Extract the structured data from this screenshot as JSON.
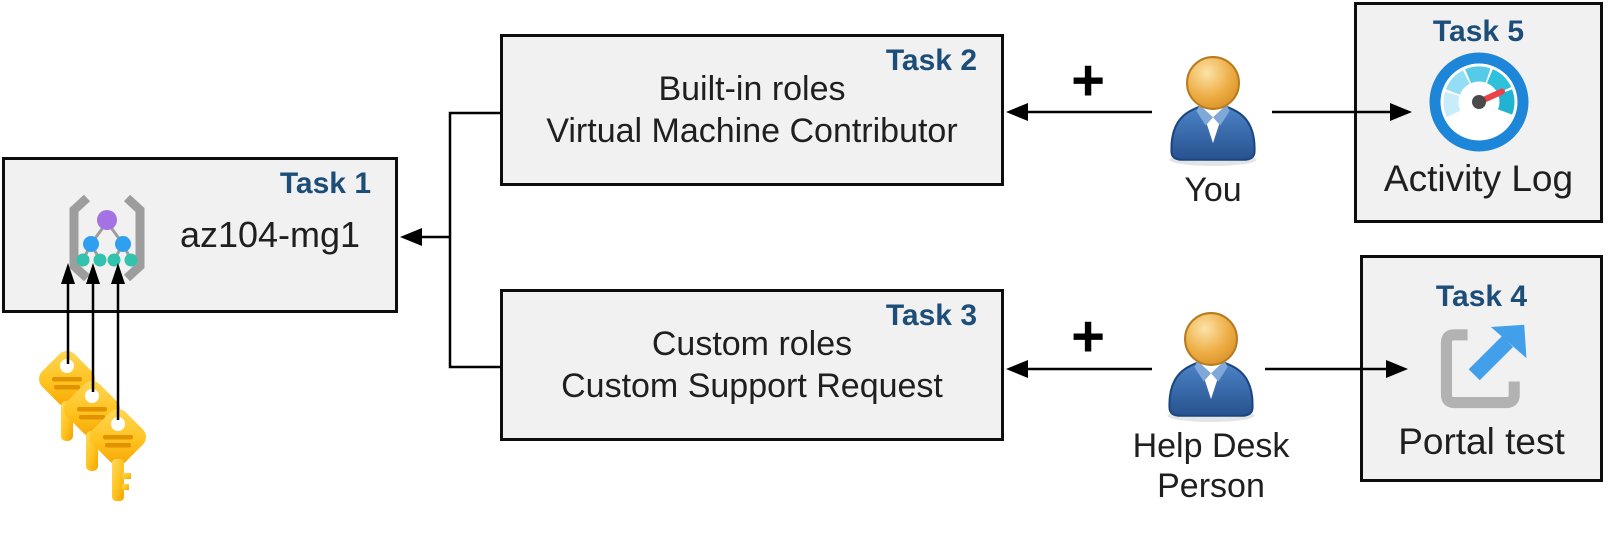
{
  "boxes": {
    "task1": {
      "label": "Task 1",
      "title": "az104-mg1",
      "icon": "management-group-icon"
    },
    "task2": {
      "label": "Task 2",
      "line1": "Built-in roles",
      "line2": "Virtual Machine Contributor"
    },
    "task3": {
      "label": "Task 3",
      "line1": "Custom roles",
      "line2": "Custom Support Request"
    },
    "task4": {
      "label": "Task 4",
      "title": "Portal test",
      "icon": "external-link-icon"
    },
    "task5": {
      "label": "Task 5",
      "title": "Activity Log",
      "icon": "gauge-icon"
    }
  },
  "actors": {
    "you": {
      "label": "You",
      "icon": "person-icon"
    },
    "help_desk": {
      "label_line1": "Help Desk",
      "label_line2": "Person",
      "icon": "person-icon"
    }
  },
  "symbols": {
    "plus": "+"
  },
  "icons": {
    "management_group": "management-group-icon",
    "keys": "keys-icon",
    "person": "person-icon",
    "activity_log_gauge": "gauge-icon",
    "portal_external_link": "external-link-icon"
  },
  "colors": {
    "task_label_blue": "#1d4e79",
    "box_fill": "#f1f1f1",
    "box_border": "#0d0d0d",
    "key_yellow": "#ffc31f",
    "key_stripe": "#e09200",
    "person_body_blue": "#30609f",
    "person_head_orange": "#eca93f",
    "gauge_ring_blue": "#1d86d8",
    "gauge_needle_red": "#ee4147",
    "portal_arrow_blue": "#42a0ea",
    "mgmt_purple": "#a472e3",
    "mgmt_blue": "#2f9ff0",
    "mgmt_teal": "#31c3ad"
  }
}
